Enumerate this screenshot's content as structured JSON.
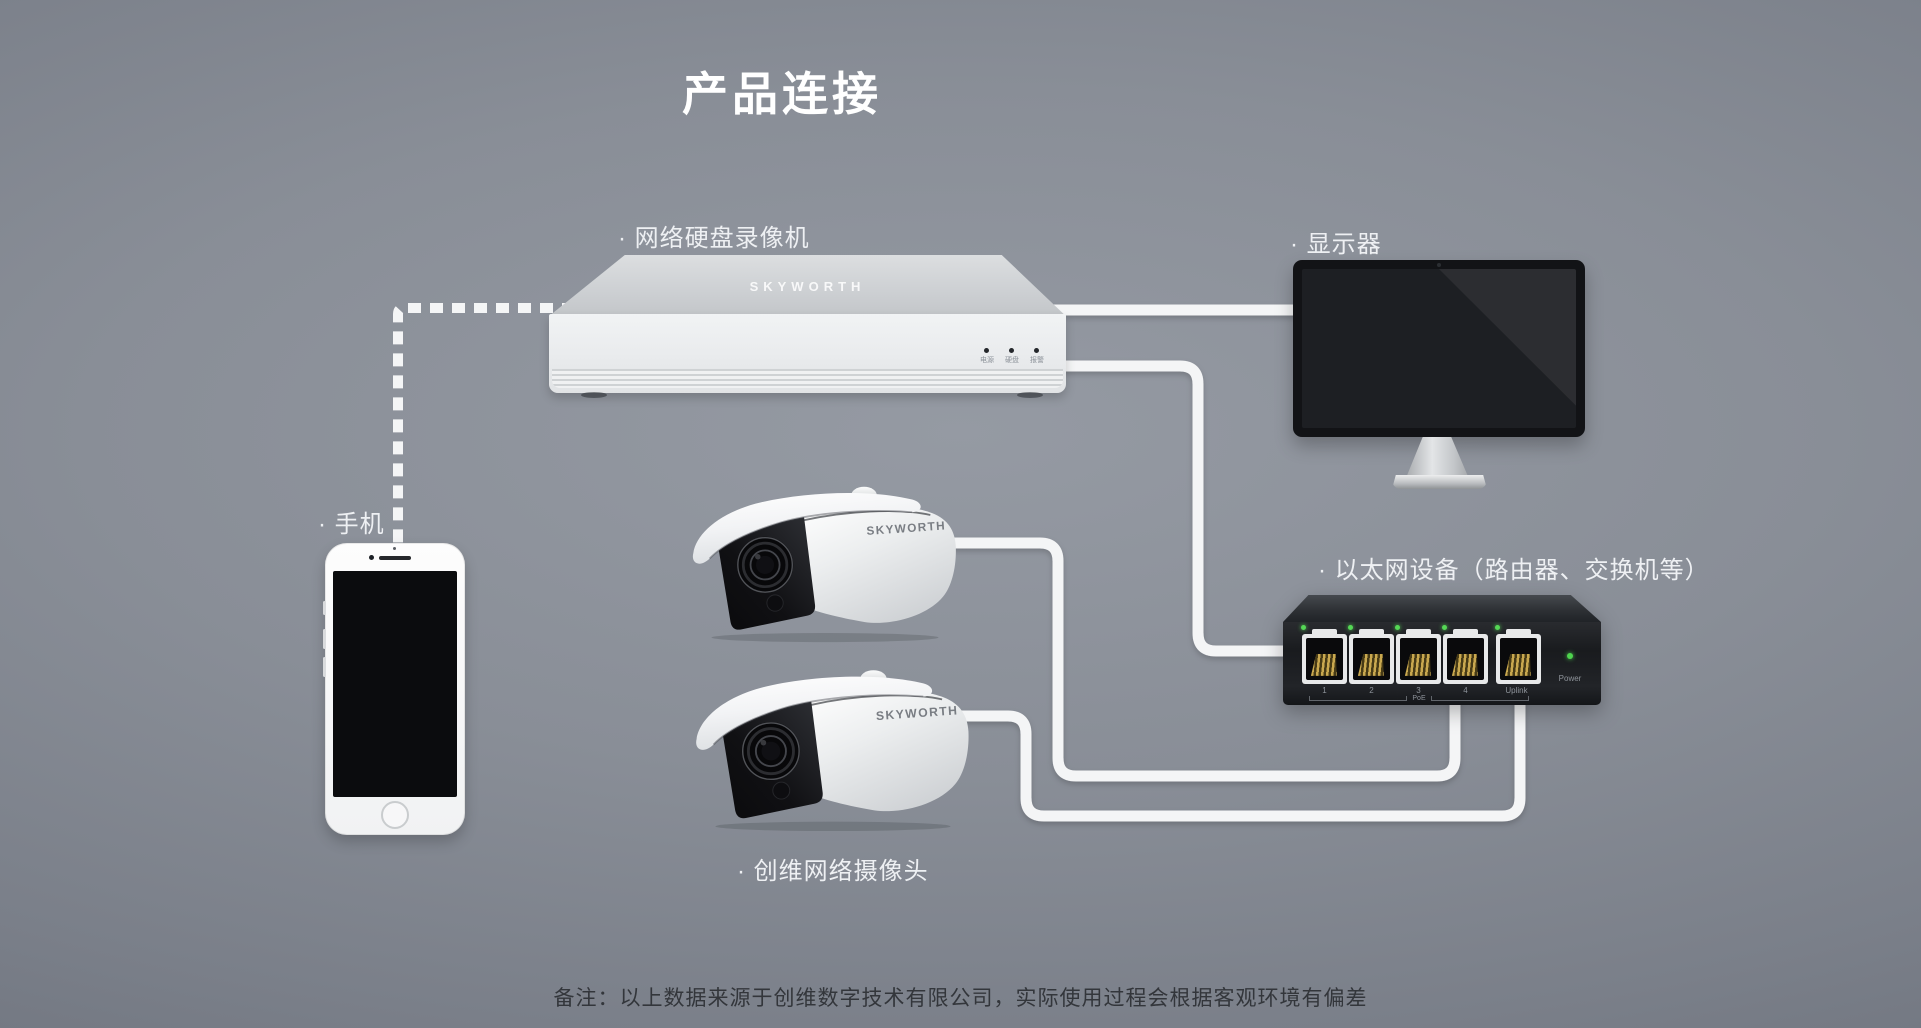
{
  "title": "产品连接",
  "labels": {
    "nvr": "· 网络硬盘录像机",
    "monitor": "· 显示器",
    "phone": "· 手机",
    "ethernet": "· 以太网设备（路由器、交换机等）",
    "camera": "· 创维网络摄像头"
  },
  "nvr": {
    "brand": "SKYWORTH",
    "leds": [
      {
        "label": "电源"
      },
      {
        "label": "硬盘"
      },
      {
        "label": "报警"
      }
    ]
  },
  "cameras": {
    "camera1_brand": "SKYWORTH",
    "camera2_brand": "SKYWORTH"
  },
  "switch": {
    "ports": [
      "1",
      "2",
      "3",
      "4"
    ],
    "poe": "PoE",
    "uplink": "Uplink",
    "power": "Power"
  },
  "footer": "备注：以上数据来源于创维数字技术有限公司，实际使用过程会根据客观环境有偏差",
  "colors": {
    "background_center": "#959aa3",
    "background_edge": "#676c76",
    "wire": "#f4f5f6",
    "led_green": "#55d855",
    "label_text": "#eef0f3",
    "footer_text": "#33363b"
  }
}
